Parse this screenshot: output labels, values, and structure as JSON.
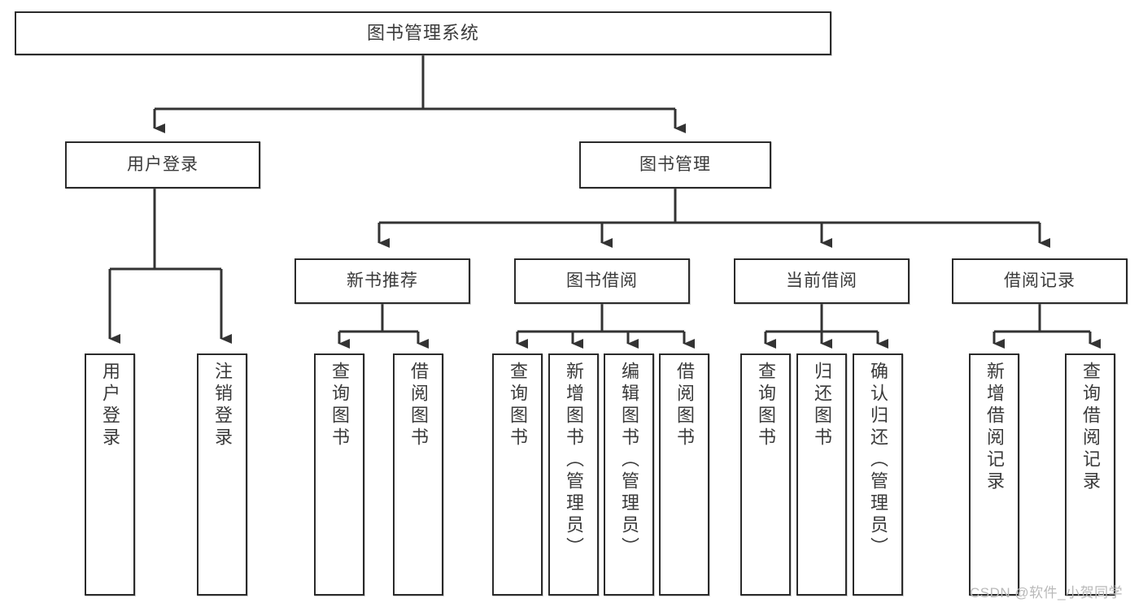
{
  "diagram": {
    "title": "图书管理系统",
    "type": "tree-hierarchy-diagram",
    "root": {
      "id": "root",
      "label": "图书管理系统"
    },
    "level2": [
      {
        "id": "user-login",
        "label": "用户登录"
      },
      {
        "id": "book-manage",
        "label": "图书管理"
      }
    ],
    "level3": [
      {
        "id": "new-book-recommend",
        "label": "新书推荐"
      },
      {
        "id": "book-borrow",
        "label": "图书借阅"
      },
      {
        "id": "current-borrow",
        "label": "当前借阅"
      },
      {
        "id": "borrow-record",
        "label": "借阅记录"
      }
    ],
    "leaves": {
      "user_login": [
        {
          "id": "leaf-user-login",
          "label": "用户登录"
        },
        {
          "id": "leaf-logout-login",
          "label": "注销登录"
        }
      ],
      "new_book_recommend": [
        {
          "id": "leaf-query-book-1",
          "label": "查询图书"
        },
        {
          "id": "leaf-borrow-book-1",
          "label": "借阅图书"
        }
      ],
      "book_borrow": [
        {
          "id": "leaf-query-book-2",
          "label": "查询图书"
        },
        {
          "id": "leaf-add-book-admin",
          "label": "新增图书（管理员）"
        },
        {
          "id": "leaf-edit-book-admin",
          "label": "编辑图书（管理员）"
        },
        {
          "id": "leaf-borrow-book-2",
          "label": "借阅图书"
        }
      ],
      "current_borrow": [
        {
          "id": "leaf-query-book-3",
          "label": "查询图书"
        },
        {
          "id": "leaf-return-book",
          "label": "归还图书"
        },
        {
          "id": "leaf-confirm-return-admin",
          "label": "确认归还（管理员）"
        }
      ],
      "borrow_record": [
        {
          "id": "leaf-add-borrow-record",
          "label": "新增借阅记录"
        },
        {
          "id": "leaf-query-borrow-record",
          "label": "查询借阅记录"
        }
      ]
    }
  },
  "watermark": {
    "text": "CSDN @软件_小贺同学"
  },
  "colors": {
    "border": "#2b2b2b",
    "text": "#3a3a3a",
    "background": "#ffffff",
    "connector": "#333333",
    "watermark": "#b9b9b9"
  }
}
